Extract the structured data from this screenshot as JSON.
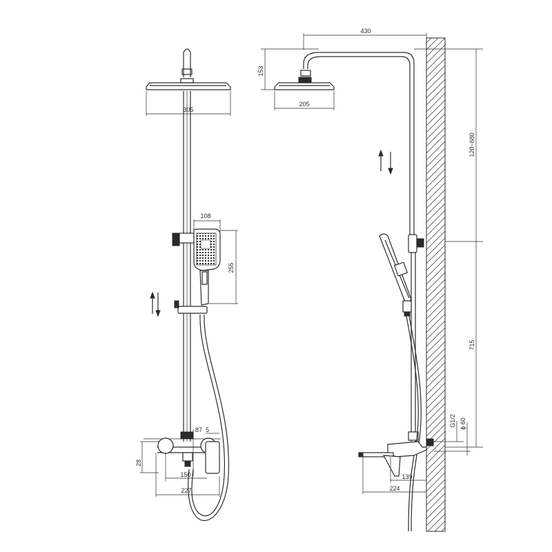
{
  "labels": {
    "head_width_front": "305",
    "handshower_width": "108",
    "handshower_height": "255",
    "mixer_87": "87",
    "mixer_5": "5",
    "mixer_height": "28",
    "mixer_width_150": "150",
    "mixer_width_227": "227",
    "arm_length": "430",
    "head_height_side": "153",
    "head_width_side": "205",
    "height_range": "120~680",
    "rail_height": "715",
    "thread": "G1/2",
    "diameter": "ϕ 60",
    "spout_139": "139",
    "spout_224": "224"
  }
}
